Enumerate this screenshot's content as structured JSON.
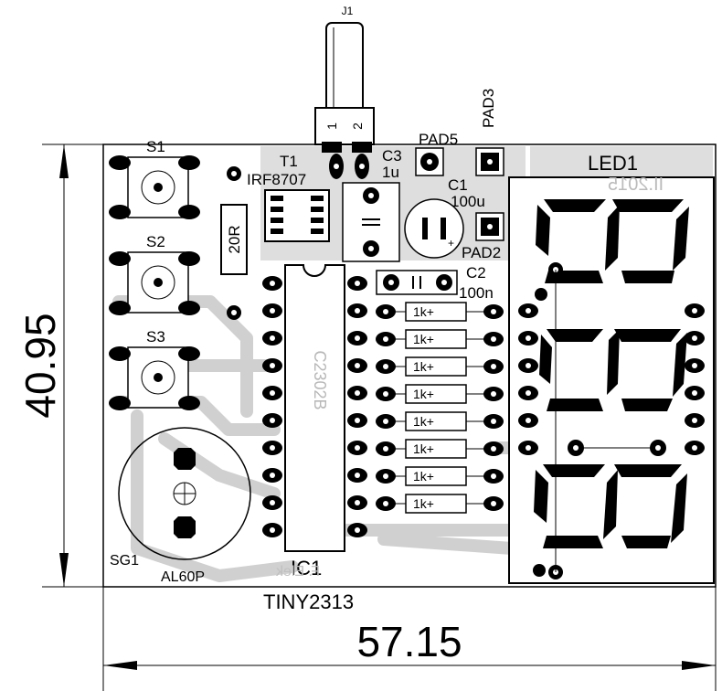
{
  "dimensions": {
    "width": "57.15",
    "height": "40.95"
  },
  "labels": {
    "j1": "J1",
    "j1_pin1": "1",
    "j1_pin2": "2",
    "t1": "T1",
    "t1_part": "IRF8707",
    "c3": "C3",
    "c3_val": "1u",
    "pad5": "PAD5",
    "pad3": "PAD3",
    "c1": "C1",
    "c1_val": "100u",
    "pad2": "PAD2",
    "c2": "C2",
    "c2_val": "100n",
    "s1": "S1",
    "s2": "S2",
    "s3": "S3",
    "r20": "20R",
    "sg1": "SG1",
    "al60p": "AL60P",
    "ic1": "IC1",
    "tiny": "TINY2313",
    "led1": "LED1",
    "mirror_date": "II.2015",
    "mirror_ic": "C2302B",
    "mirror_author": "F. Elek",
    "resistor_values": [
      "1k+",
      "1k+",
      "1k+",
      "1k+",
      "1k+",
      "1k+",
      "1k+",
      "1k+"
    ]
  }
}
